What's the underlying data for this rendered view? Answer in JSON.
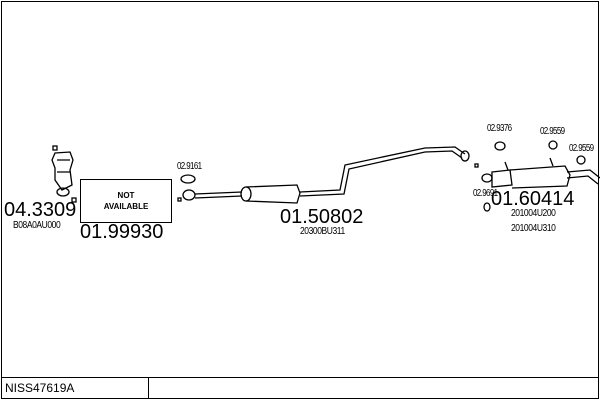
{
  "title": "NISS47619A",
  "parts": {
    "cat": {
      "number": "04.3309",
      "oem": "B08A0AU000"
    },
    "front_pipe": {
      "number": "01.99930",
      "status_line1": "NOT",
      "status_line2": "AVAILABLE"
    },
    "gasket_front": {
      "number": "02.9161"
    },
    "middle": {
      "number": "01.50802",
      "oem": "20300BU311"
    },
    "rear": {
      "number": "01.60414",
      "oem1": "201004U200",
      "oem2": "201004U310"
    },
    "hanger1": {
      "number": "02.9376"
    },
    "hanger2": {
      "number": "02.9559"
    },
    "hanger3": {
      "number": "02.9559"
    },
    "ring": {
      "number": "02.9691"
    }
  }
}
